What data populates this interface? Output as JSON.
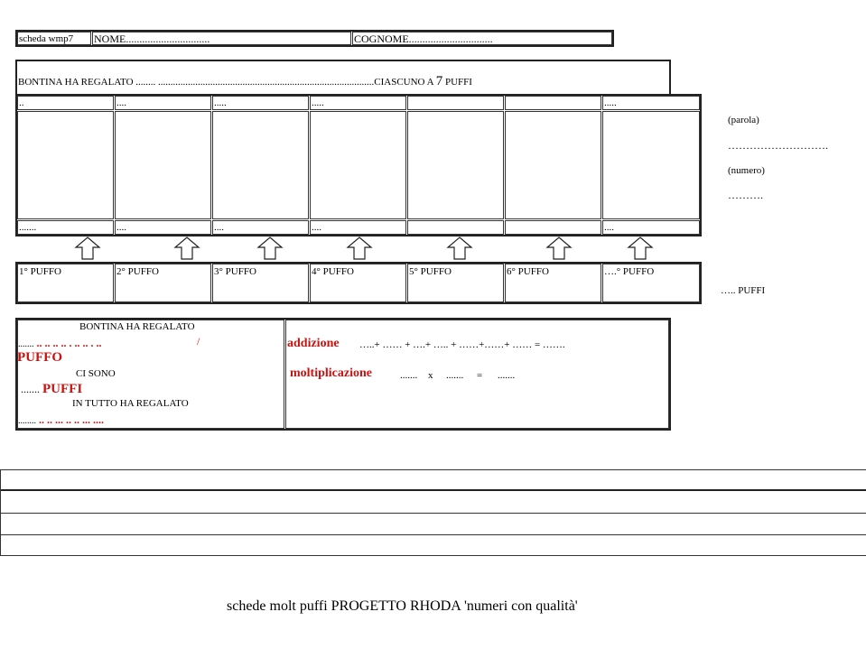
{
  "header": {
    "scheda": "scheda wmp7",
    "nome": "NOME...............................",
    "cognome": "COGNOME..............................."
  },
  "title_prefix": "BONTINA HA REGALATO ........ .......................................................................................CIASCUNO A",
  "title_number": "7",
  "title_suffix": "PUFFI",
  "top_dots": [
    "..",
    "....",
    ".....",
    ".....",
    "",
    "",
    "....."
  ],
  "bottom_dots": [
    ".......",
    "....",
    "....",
    "....",
    "",
    "",
    "...."
  ],
  "side": {
    "parola_label": "(parola)",
    "parola_line": "……………………….",
    "numero_label": "(numero)",
    "numero_line": "……….",
    "puffi_total": "….. PUFFI"
  },
  "puffo_labels": [
    "1° PUFFO",
    "2° PUFFO",
    "3° PUFFO",
    "4° PUFFO",
    "5° PUFFO",
    "6° PUFFO",
    "….° PUFFO"
  ],
  "summary": {
    "line1": "BONTINA HA REGALATO",
    "line2_dots": ".......",
    "line2_red": ".. .. .. .. . .. .. . ..",
    "slash": "/",
    "puffo": "PUFFO",
    "line3": "CI SONO",
    "line4_dots": ".......",
    "puffi": "PUFFI",
    "line5": "IN TUTTO HA REGALATO",
    "line6_dots": "........",
    "line6_red": ".. .. ... .. .. ... ...."
  },
  "ops": {
    "addizione": "addizione",
    "addizione_expr": "…..+ …… +  ….+  ….. +  ……+……+ ……  = …….",
    "moltiplicazione": "moltiplicazione",
    "molt_expr_a": ".......",
    "x": "x",
    "molt_expr_b": ".......",
    "eq": "=",
    "molt_expr_c": "......."
  },
  "footer": "schede molt puffi PROGETTO RHODA 'numeri con qualità'"
}
